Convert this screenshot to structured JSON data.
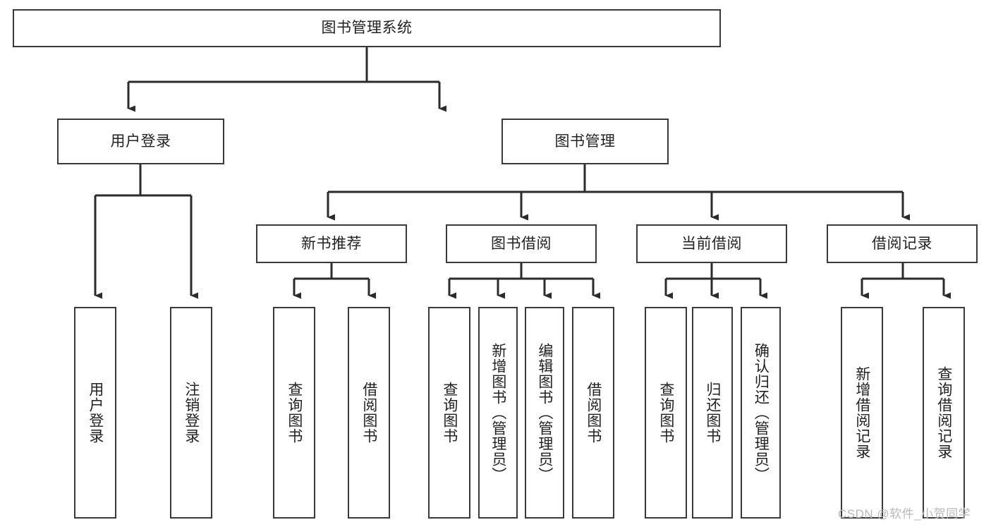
{
  "diagram": {
    "title": "图书管理系统",
    "type": "tree-hierarchy",
    "watermark": "CSDN @软件_小贺同学",
    "colors": {
      "box_border": "#3a3a3a",
      "box_fill": "#ffffff",
      "connector": "#2b2b2b",
      "text": "#222222",
      "watermark": "#b9b9b9",
      "background": "#ffffff"
    },
    "nodes": {
      "root": {
        "label": "图书管理系统",
        "orientation": "horizontal"
      },
      "level2": [
        {
          "id": "user-login",
          "label": "用户登录",
          "orientation": "horizontal"
        },
        {
          "id": "book-manage",
          "label": "图书管理",
          "orientation": "horizontal"
        }
      ],
      "level3": [
        {
          "id": "new-book-recommend",
          "label": "新书推荐",
          "orientation": "horizontal"
        },
        {
          "id": "book-borrow",
          "label": "图书借阅",
          "orientation": "horizontal"
        },
        {
          "id": "current-borrow",
          "label": "当前借阅",
          "orientation": "horizontal"
        },
        {
          "id": "borrow-record",
          "label": "借阅记录",
          "orientation": "horizontal"
        }
      ],
      "leaves": [
        {
          "id": "leaf-user-login",
          "label": "用户登录",
          "parent": "user-login",
          "orientation": "vertical"
        },
        {
          "id": "leaf-logout-login",
          "label": "注销登录",
          "parent": "user-login",
          "orientation": "vertical"
        },
        {
          "id": "leaf-query-book-1",
          "label": "查询图书",
          "parent": "new-book-recommend",
          "orientation": "vertical"
        },
        {
          "id": "leaf-borrow-book-1",
          "label": "借阅图书",
          "parent": "new-book-recommend",
          "orientation": "vertical"
        },
        {
          "id": "leaf-query-book-2",
          "label": "查询图书",
          "parent": "book-borrow",
          "orientation": "vertical"
        },
        {
          "id": "leaf-add-book",
          "label": "新增图书（管理员）",
          "parent": "book-borrow",
          "orientation": "vertical"
        },
        {
          "id": "leaf-edit-book",
          "label": "编辑图书（管理员）",
          "parent": "book-borrow",
          "orientation": "vertical"
        },
        {
          "id": "leaf-borrow-book-2",
          "label": "借阅图书",
          "parent": "book-borrow",
          "orientation": "vertical"
        },
        {
          "id": "leaf-query-book-3",
          "label": "查询图书",
          "parent": "current-borrow",
          "orientation": "vertical"
        },
        {
          "id": "leaf-return-book",
          "label": "归还图书",
          "parent": "current-borrow",
          "orientation": "vertical"
        },
        {
          "id": "leaf-confirm-return",
          "label": "确认归还（管理员）",
          "parent": "current-borrow",
          "orientation": "vertical"
        },
        {
          "id": "leaf-add-record",
          "label": "新增借阅记录",
          "parent": "borrow-record",
          "orientation": "vertical"
        },
        {
          "id": "leaf-query-record",
          "label": "查询借阅记录",
          "parent": "borrow-record",
          "orientation": "vertical"
        }
      ]
    }
  }
}
